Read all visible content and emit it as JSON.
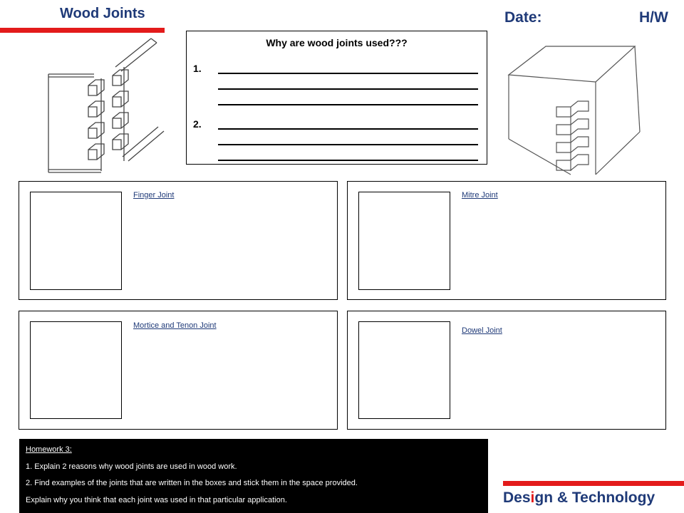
{
  "header": {
    "title": "Wood Joints",
    "date_label": "Date:",
    "hw_label": "H/W"
  },
  "question": {
    "title": "Why are wood joints used???",
    "items": [
      {
        "number": "1."
      },
      {
        "number": "2."
      }
    ]
  },
  "joints": [
    {
      "label": "Finger Joint"
    },
    {
      "label": "Mitre Joint"
    },
    {
      "label": "Mortice and Tenon Joint"
    },
    {
      "label": "Dowel Joint"
    }
  ],
  "homework": {
    "title": "Homework 3:",
    "lines": [
      "1. Explain 2 reasons why wood joints are used in wood work.",
      "2. Find examples of the joints that are written in the boxes and stick them in the space provided.",
      "Explain why you think that  each joint was used in that particular application."
    ]
  },
  "footer": {
    "brand_part1": "Des",
    "brand_accent": "i",
    "brand_part2": "gn & Technology"
  },
  "colors": {
    "heading": "#1f3a78",
    "accent": "#e31b1b",
    "homework_bg": "#000000"
  }
}
